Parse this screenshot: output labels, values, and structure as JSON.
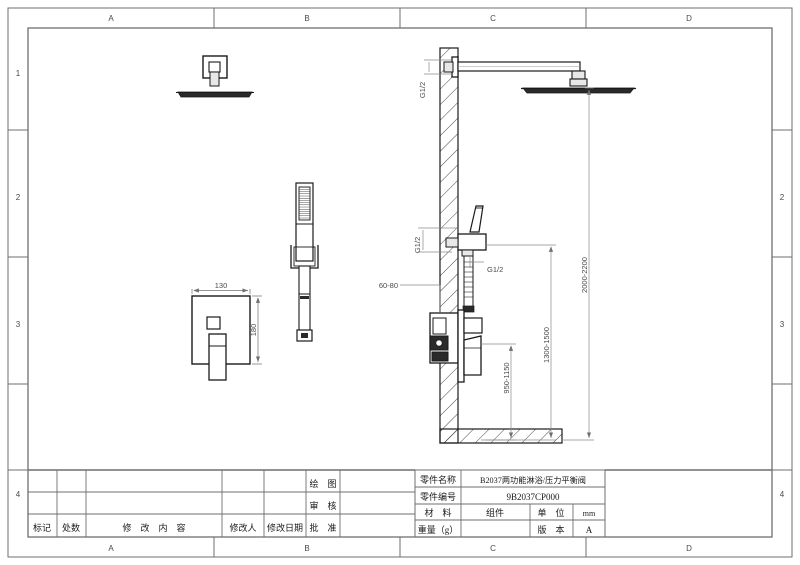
{
  "sheet": {
    "type": "cad-technical-drawing",
    "units": "mm",
    "zone_columns": [
      "A",
      "B",
      "C",
      "D"
    ],
    "zone_rows": [
      "1",
      "2",
      "3",
      "4"
    ]
  },
  "dimensions": {
    "shower_arm_thread": "G1/2",
    "handshower_outlet_thread": "G1/2",
    "wall_outlet_thread": "G1/2",
    "valve_depth": "60-80",
    "overall_height": "2000-2200",
    "valve_center_height": "1300-1500",
    "handle_height": "950-1150",
    "trim_width": "130",
    "trim_height": "180"
  },
  "title_block": {
    "part_name_label": "零件名称",
    "part_name_value": "B2037两功能淋浴/压力平衡阀",
    "part_number_label": "零件编号",
    "part_number_value": "9B2037CP000",
    "material_label": "材　料",
    "material_value": "组件",
    "unit_label": "单　位",
    "unit_value": "mm",
    "weight_label": "重量（g）",
    "weight_value": "",
    "version_label": "版　本",
    "version_value": "A"
  },
  "revision_block": {
    "mark_label": "标记",
    "count_label": "处数",
    "content_label": "修　改　内　容",
    "person_label": "修改人",
    "date_label": "修改日期",
    "drawn_label": "绘　图",
    "checked_label": "审　核",
    "approved_label": "批　准",
    "drawn_value": "",
    "checked_value": "",
    "approved_value": "",
    "rows": [
      {
        "mark": "",
        "count": "",
        "content": "",
        "person": "",
        "date": ""
      },
      {
        "mark": "",
        "count": "",
        "content": "",
        "person": "",
        "date": ""
      }
    ]
  }
}
